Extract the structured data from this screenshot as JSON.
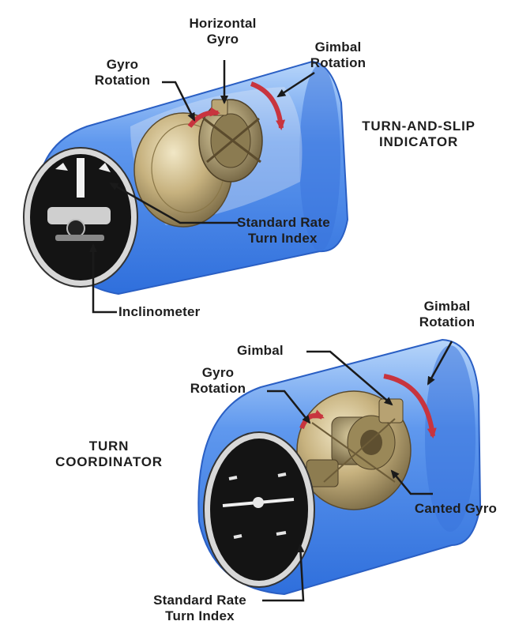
{
  "top_instrument": {
    "title_line1": "TURN-AND-SLIP",
    "title_line2": "INDICATOR",
    "labels": {
      "horizontal_gyro_line1": "Horizontal",
      "horizontal_gyro_line2": "Gyro",
      "gimbal_rotation_line1": "Gimbal",
      "gimbal_rotation_line2": "Rotation",
      "gyro_rotation_line1": "Gyro",
      "gyro_rotation_line2": "Rotation",
      "standard_rate_line1": "Standard Rate",
      "standard_rate_line2": "Turn Index",
      "inclinometer": "Inclinometer"
    }
  },
  "bottom_instrument": {
    "title_line1": "TURN",
    "title_line2": "COORDINATOR",
    "labels": {
      "gimbal_rotation_line1": "Gimbal",
      "gimbal_rotation_line2": "Rotation",
      "gimbal": "Gimbal",
      "gyro_rotation_line1": "Gyro",
      "gyro_rotation_line2": "Rotation",
      "canted_gyro": "Canted Gyro",
      "standard_rate_line1": "Standard Rate",
      "standard_rate_line2": "Turn Index"
    }
  },
  "colors": {
    "casing": "#3f7fe6",
    "casing_highlight": "#a9ccf6",
    "gyro_brass": "#c9b78a",
    "dial": "#161616",
    "rotation_arrow": "#c8343e"
  }
}
